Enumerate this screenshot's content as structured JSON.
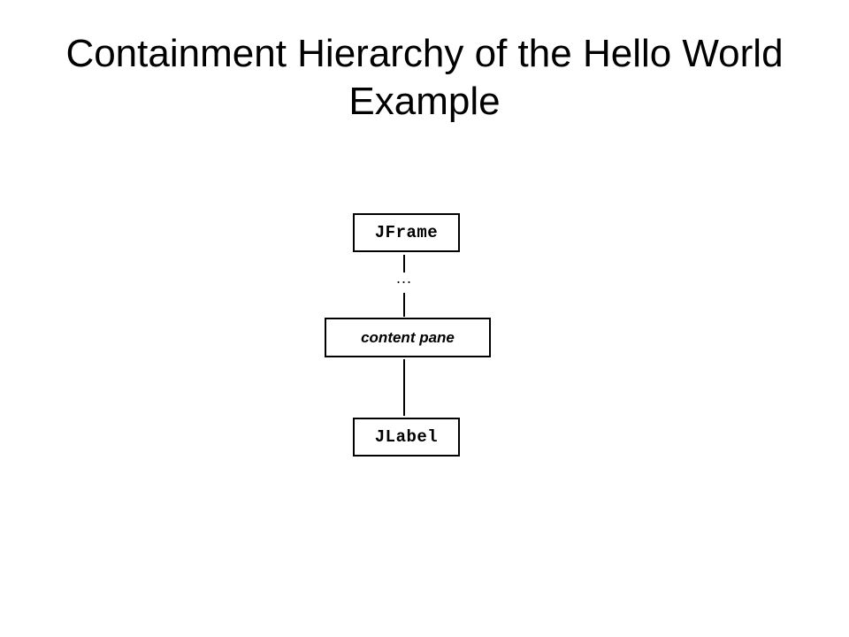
{
  "slide": {
    "title": "Containment Hierarchy of the Hello World Example"
  },
  "diagram": {
    "nodes": {
      "jframe": "JFrame",
      "content_pane": "content pane",
      "jlabel": "JLabel"
    },
    "ellipsis": "..."
  }
}
